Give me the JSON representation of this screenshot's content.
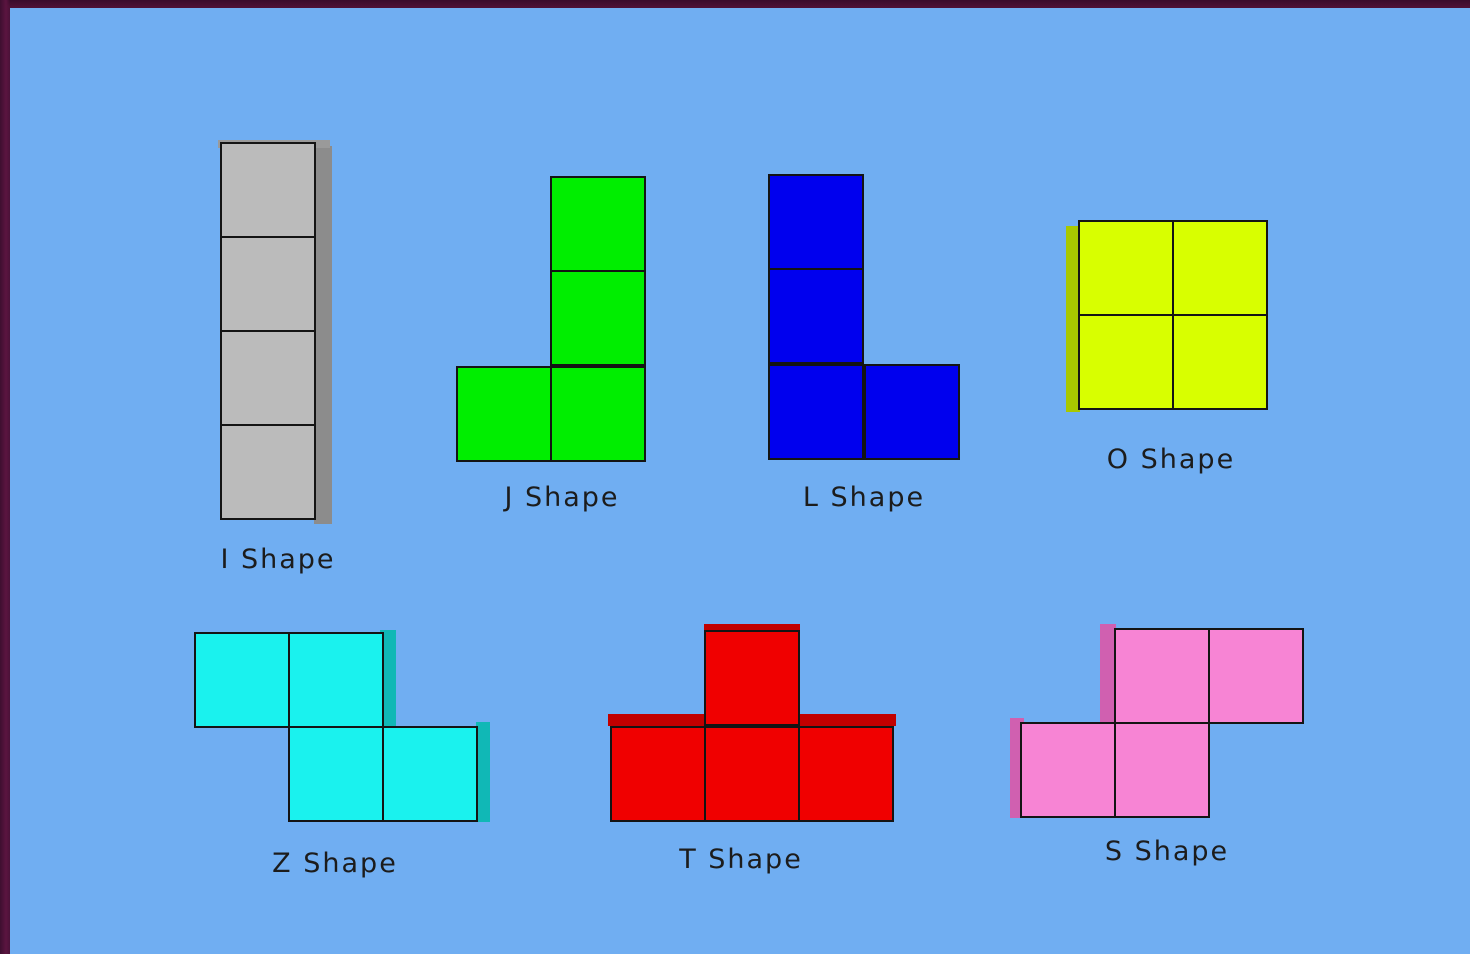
{
  "shapes": [
    {
      "id": "i",
      "label": "I Shape",
      "color": "#bbbbbb"
    },
    {
      "id": "j",
      "label": "J Shape",
      "color": "#00ee00"
    },
    {
      "id": "l",
      "label": "L Shape",
      "color": "#0000ee"
    },
    {
      "id": "o",
      "label": "O Shape",
      "color": "#d8ff00"
    },
    {
      "id": "z",
      "label": "Z Shape",
      "color": "#1af2ee"
    },
    {
      "id": "t",
      "label": "T Shape",
      "color": "#f00000"
    },
    {
      "id": "s",
      "label": "S Shape",
      "color": "#f784d4"
    }
  ]
}
